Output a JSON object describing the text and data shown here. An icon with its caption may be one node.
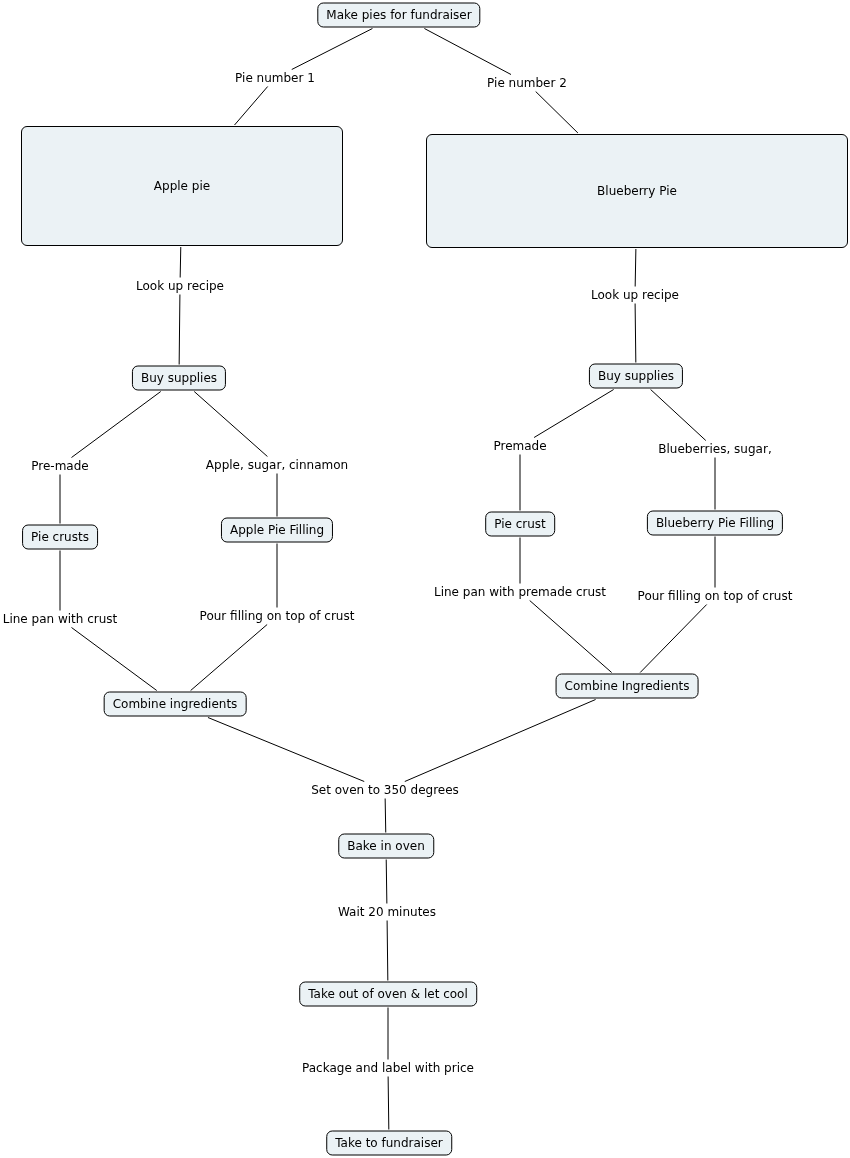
{
  "diagram": {
    "nodes": [
      {
        "text": [
          "Make pies for fundraiser"
        ]
      },
      {
        "text": [
          "Pie number 1"
        ]
      },
      {
        "text": [
          "Pie number 2"
        ]
      },
      {
        "text": [
          "Apple pie"
        ]
      },
      {
        "text": [
          "Blueberry Pie"
        ]
      },
      {
        "text": [
          "Look up recipe"
        ]
      },
      {
        "text": [
          "Look up recipe"
        ]
      },
      {
        "text": [
          "Buy supplies"
        ]
      },
      {
        "text": [
          "Buy supplies"
        ]
      },
      {
        "text": [
          "Pre-made"
        ]
      },
      {
        "text": [
          "Apple, sugar, cinnamon"
        ]
      },
      {
        "text": [
          "Premade"
        ]
      },
      {
        "text": [
          "Blueberries, sugar,"
        ]
      },
      {
        "text": [
          "Pie crusts"
        ]
      },
      {
        "text": [
          "Apple Pie Filling"
        ]
      },
      {
        "text": [
          "Pie crust"
        ]
      },
      {
        "text": [
          "Blueberry Pie Filling"
        ]
      },
      {
        "text": [
          "Line pan with crust"
        ]
      },
      {
        "text": [
          "Pour filling on top of crust"
        ]
      },
      {
        "text": [
          "Line pan with premade crust"
        ]
      },
      {
        "text": [
          "Pour filling on top of crust"
        ]
      },
      {
        "text": [
          "Combine ingredients"
        ]
      },
      {
        "text": [
          "Combine Ingredients"
        ]
      },
      {
        "text": [
          "Set oven to 350 degrees"
        ]
      },
      {
        "text": [
          "Bake in oven"
        ]
      },
      {
        "text": [
          "Wait 20 minutes"
        ]
      },
      {
        "text": [
          "Take out of oven & let cool"
        ]
      },
      {
        "text": [
          "Package and label with price"
        ]
      },
      {
        "text": [
          "Take to fundraiser"
        ]
      }
    ],
    "edges": [
      {
        "from": 0,
        "to": 1,
        "arrow": "none"
      },
      {
        "from": 1,
        "to": 3,
        "arrow": "none"
      },
      {
        "from": 0,
        "to": 2,
        "arrow": "none"
      },
      {
        "from": 2,
        "to": 4,
        "arrow": "none"
      },
      {
        "from": 3,
        "to": 5,
        "arrow": "none"
      },
      {
        "from": 5,
        "to": 7,
        "arrow": "none"
      },
      {
        "from": 4,
        "to": 6,
        "arrow": "none"
      },
      {
        "from": 6,
        "to": 8,
        "arrow": "none"
      },
      {
        "from": 7,
        "to": 9,
        "arrow": "none"
      },
      {
        "from": 7,
        "to": 10,
        "arrow": "none"
      },
      {
        "from": 8,
        "to": 11,
        "arrow": "none"
      },
      {
        "from": 8,
        "to": 12,
        "arrow": "none"
      },
      {
        "from": 9,
        "to": 13,
        "arrow": "none"
      },
      {
        "from": 10,
        "to": 14,
        "arrow": "none"
      },
      {
        "from": 11,
        "to": 15,
        "arrow": "none"
      },
      {
        "from": 12,
        "to": 16,
        "arrow": "none"
      },
      {
        "from": 13,
        "to": 17,
        "arrow": "none"
      },
      {
        "from": 14,
        "to": 18,
        "arrow": "none"
      },
      {
        "from": 15,
        "to": 19,
        "arrow": "none"
      },
      {
        "from": 16,
        "to": 20,
        "arrow": "none"
      },
      {
        "from": 17,
        "to": 21,
        "arrow": "none"
      },
      {
        "from": 18,
        "to": 21,
        "arrow": "none"
      },
      {
        "from": 19,
        "to": 22,
        "arrow": "none"
      },
      {
        "from": 20,
        "to": 22,
        "arrow": "none"
      },
      {
        "from": 21,
        "to": 23,
        "arrow": "none"
      },
      {
        "from": 22,
        "to": 23,
        "arrow": "none"
      },
      {
        "from": 23,
        "to": 24,
        "arrow": "none"
      },
      {
        "from": 24,
        "to": 25,
        "arrow": "none"
      },
      {
        "from": 25,
        "to": 26,
        "arrow": "none"
      },
      {
        "from": 26,
        "to": 27,
        "arrow": "none"
      },
      {
        "from": 27,
        "to": 28,
        "arrow": "none"
      }
    ]
  }
}
